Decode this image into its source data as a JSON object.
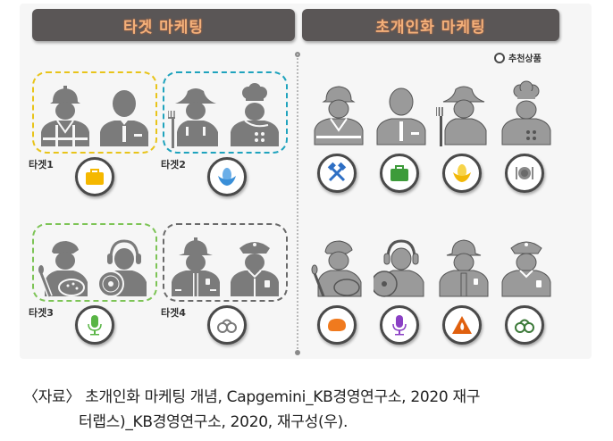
{
  "headers": {
    "left": "타겟 마케팅",
    "right": "초개인화 마케팅"
  },
  "legend": {
    "icon": "ring-icon",
    "label": "추천상품"
  },
  "targets": [
    {
      "label": "타겟1",
      "border_color": "#e8c41a",
      "persons": [
        "construction-worker",
        "office-worker"
      ],
      "product": "briefcase",
      "product_color": "#f5b800"
    },
    {
      "label": "타겟2",
      "border_color": "#1fa3bd",
      "persons": [
        "farmer",
        "chef"
      ],
      "product": "corn",
      "product_color": "#3a8fd8"
    },
    {
      "label": "타겟3",
      "border_color": "#7dc456",
      "persons": [
        "painter",
        "dj"
      ],
      "product": "microphone",
      "product_color": "#59b545"
    },
    {
      "label": "타겟4",
      "border_color": "#6a6a6a",
      "persons": [
        "firefighter",
        "police-officer"
      ],
      "product": "handcuffs",
      "product_color": "#7a7a7a"
    }
  ],
  "personalized": {
    "row1": [
      {
        "person": "construction-worker",
        "product": "hammers",
        "product_color": "#2e6fc4"
      },
      {
        "person": "office-worker",
        "product": "briefcase",
        "product_color": "#3d9b3a"
      },
      {
        "person": "farmer",
        "product": "corn",
        "product_color": "#f2b807"
      },
      {
        "person": "chef",
        "product": "plate-cutlery",
        "product_color": "#8a8a8a"
      }
    ],
    "row2": [
      {
        "person": "painter",
        "product": "palette",
        "product_color": "#f07a1e"
      },
      {
        "person": "dj",
        "product": "microphone",
        "product_color": "#8a3fc4"
      },
      {
        "person": "firefighter",
        "product": "fire-warning",
        "product_color": "#e0600f"
      },
      {
        "person": "police-officer",
        "product": "handcuffs",
        "product_color": "#3d7a3a"
      }
    ]
  },
  "caption": {
    "line1": "〈자료〉 초개인화 마케팅 개념, Capgemini_KB경영연구소, 2020 재구",
    "line2": "터랩스)_KB경영연구소, 2020, 재구성(우)."
  }
}
